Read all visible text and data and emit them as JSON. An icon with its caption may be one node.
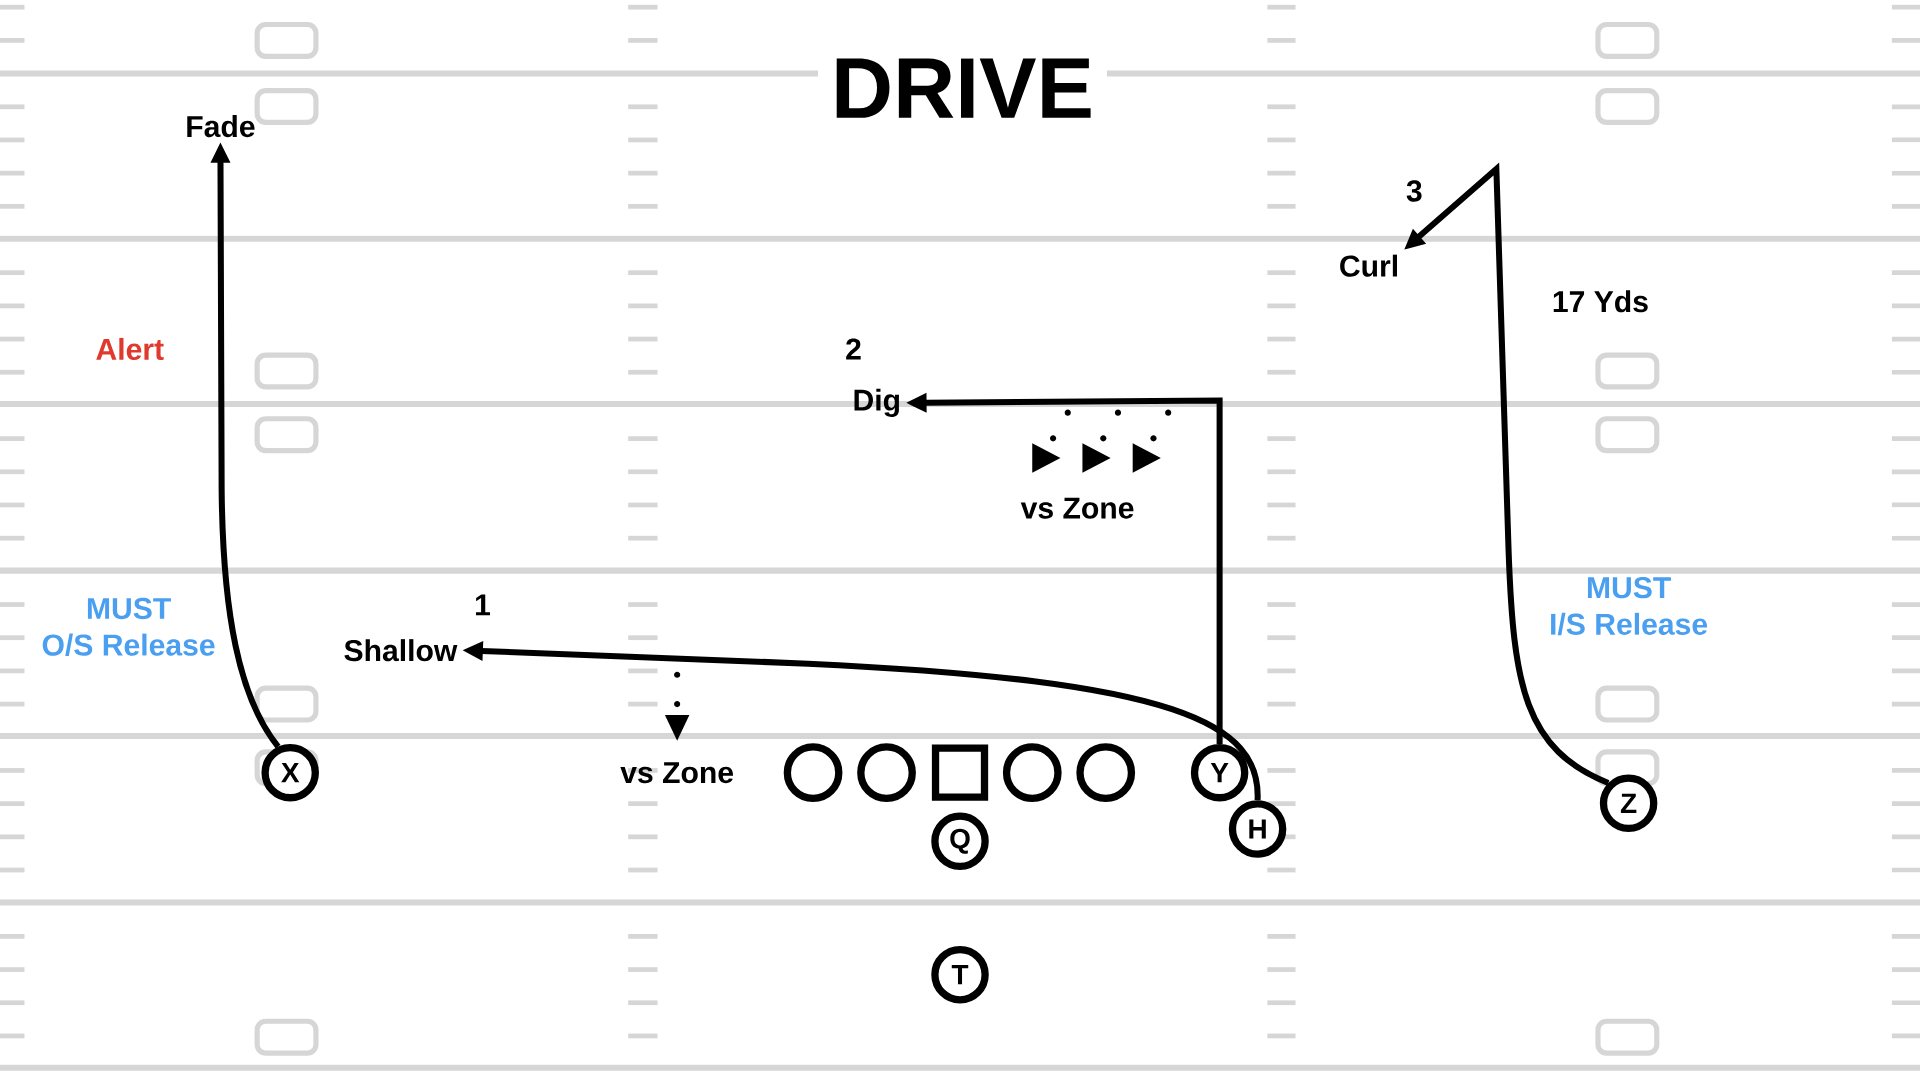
{
  "diagram": {
    "title": "DRIVE",
    "nodes": [
      {
        "text": [
          "Fade"
        ]
      },
      {
        "text": [
          "Curl"
        ]
      },
      {
        "text": [
          "Dig"
        ]
      },
      {
        "text": [
          "Shallow"
        ]
      },
      {
        "text": [
          "X"
        ]
      },
      {
        "text": [],
        "shape": "circle"
      },
      {
        "text": [],
        "shape": "circle"
      },
      {
        "text": [],
        "shape": "box"
      },
      {
        "text": [],
        "shape": "circle"
      },
      {
        "text": [],
        "shape": "circle"
      },
      {
        "text": [
          "Y"
        ]
      },
      {
        "text": [
          "Z"
        ]
      },
      {
        "text": [
          "H"
        ]
      },
      {
        "text": [
          "Q"
        ]
      },
      {
        "text": [
          "T"
        ]
      }
    ],
    "edges": [
      {
        "from": 4,
        "to": 0,
        "arrow": "to"
      },
      {
        "from": 12,
        "to": 3,
        "arrow": "to"
      },
      {
        "from": 10,
        "to": 2,
        "arrow": "to"
      },
      {
        "from": 11,
        "to": 1,
        "arrow": "to"
      }
    ],
    "labels": [
      "3",
      "17 Yds",
      "Alert",
      "2",
      "vs Zone",
      "MUST I/S Release",
      "MUST O/S Release",
      "1",
      "vs Zone"
    ]
  }
}
